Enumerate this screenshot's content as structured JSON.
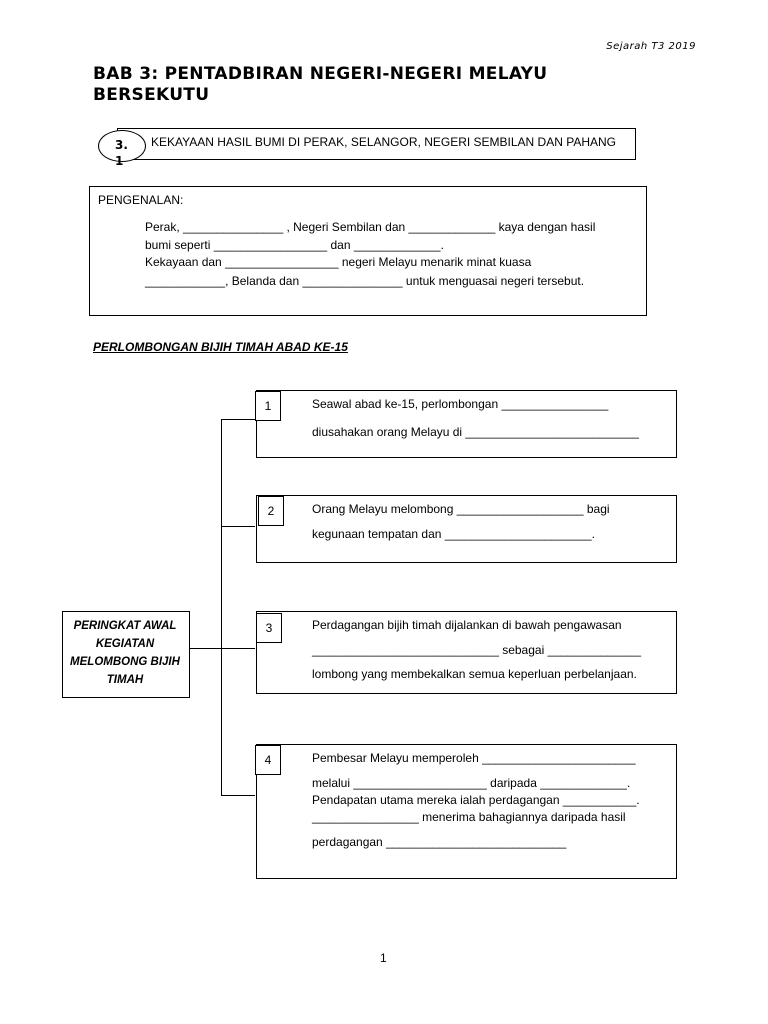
{
  "header": {
    "right_text": "Sejarah T3  2019"
  },
  "title": {
    "line1": "BAB 3:  PENTADBIRAN NEGERI-NEGERI MELAYU",
    "line2": "BERSEKUTU"
  },
  "section": {
    "number": "3.\n1",
    "title": "KEKAYAAN HASIL BUMI DI PERAK, SELANGOR, NEGERI SEMBILAN DAN PAHANG"
  },
  "intro": {
    "title": "PENGENALAN:",
    "bullet": "",
    "lines": [
      "Perak, _______________ , Negeri Sembilan dan _____________ kaya dengan hasil",
      "bumi seperti _________________ dan _____________.",
      "Kekayaan dan _________________ negeri Melayu menarik minat kuasa",
      "____________, Belanda dan _______________ untuk menguasai negeri tersebut."
    ]
  },
  "subheading": "PERLOMBONGAN BIJIH TIMAH ABAD KE-15",
  "left_box": {
    "text": "PERINGKAT AWAL KEGIATAN MELOMBONG BIJIH TIMAH"
  },
  "boxes": [
    {
      "number": "1",
      "lines": [
        "Seawal abad ke-15, perlombongan ________________",
        "diusahakan orang Melayu di __________________________"
      ]
    },
    {
      "number": "2",
      "lines": [
        "Orang Melayu melombong ___________________ bagi",
        "kegunaan tempatan dan ______________________."
      ]
    },
    {
      "number": "3",
      "lines": [
        "Perdagangan bijih timah dijalankan di bawah pengawasan",
        "____________________________ sebagai ______________",
        "lombong yang membekalkan semua keperluan perbelanjaan."
      ]
    },
    {
      "number": "4",
      "lines": [
        "Pembesar Melayu memperoleh _______________________",
        "melalui ____________________ daripada _____________.",
        "Pendapatan utama mereka ialah perdagangan ___________.",
        "________________ menerima bahagiannya daripada hasil",
        "perdagangan ___________________________"
      ]
    }
  ],
  "page_number": "1"
}
